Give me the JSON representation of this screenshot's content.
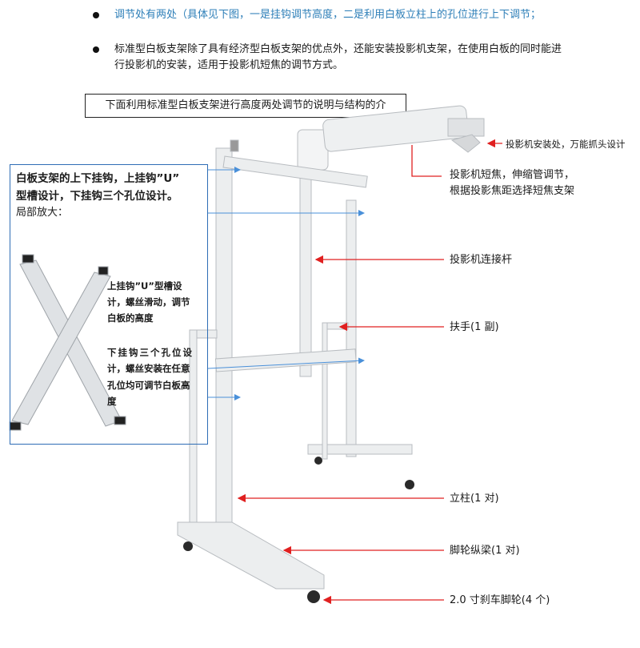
{
  "bullets": [
    {
      "text_black_a": "调节处有两处（具体见下图，",
      "text_blue": "一是挂钩调节高度，二是利用白板立柱上的孔位进行上下调节；",
      "text_black_b": ""
    },
    {
      "text": "标准型白板支架除了具有经济型白板支架的优点外，还能安装投影机支架，在使用白板的同时能进行投影机的安装，适用于投影机短焦的调节方式。"
    }
  ],
  "intro_box": "下面利用标准型白板支架进行高度两处调节的说明与结构的介",
  "detail": {
    "title_line1": "白板支架的上下挂钩，上挂钩”U”",
    "title_line2": "型槽设计，下挂钩三个孔位设计。",
    "subtitle": "局部放大：",
    "upper_hook": [
      "上挂钩”U”型槽设",
      "计，螺丝滑动，调节",
      "白板的高度"
    ],
    "lower_hook": [
      "下挂钩三个孔位设",
      "计，螺丝安装在任意",
      "孔位均可调节白板高",
      "度"
    ]
  },
  "callouts": {
    "projector_mount": "投影机安装处，万能抓头设计",
    "short_focus_1": "投影机短焦，伸缩管调节，",
    "short_focus_2": "根据投影焦距选择短焦支架",
    "connecting_rod": "投影机连接杆",
    "handle": "扶手(1 副)",
    "column": "立柱(1 对)",
    "caster_beam": "脚轮纵梁(1 对)",
    "caster": "2.0 寸刹车脚轮(4 个)"
  },
  "colors": {
    "callout_arrow": "#e02020",
    "detail_arrow": "#4a90d9",
    "frame": "#eceeef",
    "frame_edge": "#b8bcc0"
  }
}
